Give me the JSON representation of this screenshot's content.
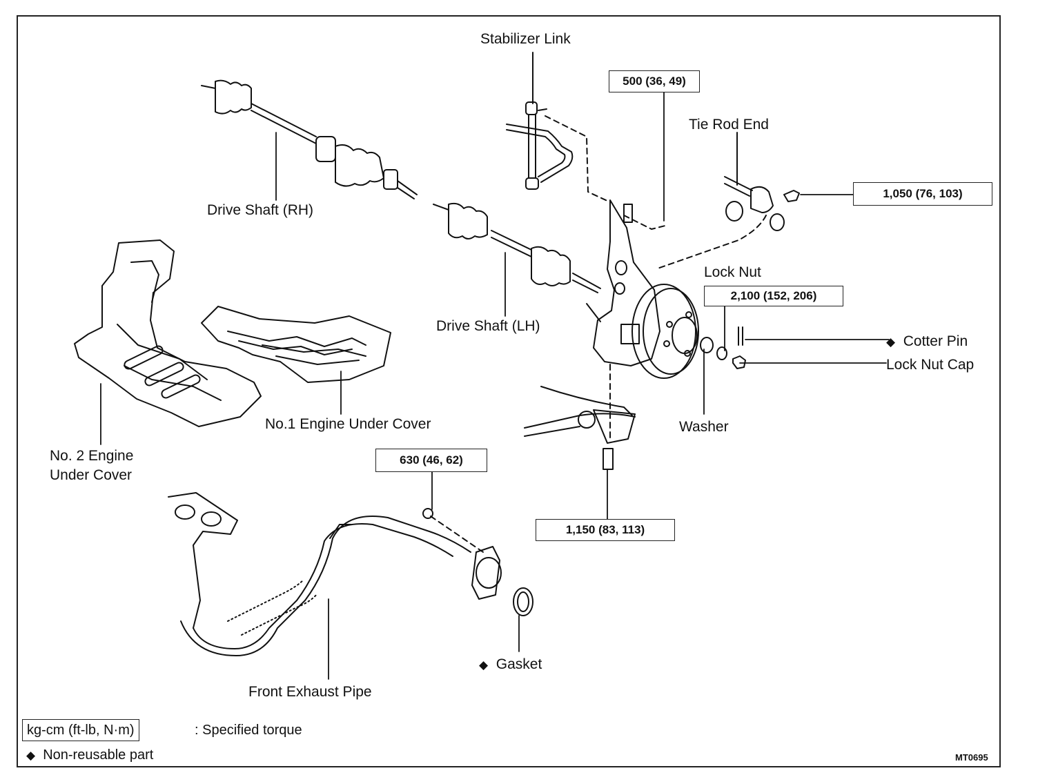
{
  "labels": {
    "stabilizer_link": "Stabilizer Link",
    "tie_rod_end": "Tie Rod End",
    "drive_shaft_rh": "Drive Shaft (RH)",
    "drive_shaft_lh": "Drive Shaft (LH)",
    "lock_nut": "Lock Nut",
    "cotter_pin": "Cotter Pin",
    "lock_nut_cap": "Lock Nut Cap",
    "washer": "Washer",
    "no1_engine_under_cover": "No.1 Engine Under Cover",
    "no2_engine_under_cover_line1": "No. 2 Engine",
    "no2_engine_under_cover_line2": "Under Cover",
    "gasket": "Gasket",
    "front_exhaust_pipe": "Front Exhaust Pipe"
  },
  "torque_specs": {
    "stabilizer_nut": "500 (36, 49)",
    "tie_rod_nut": "1,050 (76, 103)",
    "lock_nut": "2,100 (152, 206)",
    "exhaust_nut": "630 (46, 62)",
    "lower_arm_bolt": "1,150 (83, 113)"
  },
  "legend": {
    "torque_unit": "kg-cm (ft-lb, N·m)",
    "torque_desc": ":  Specified torque",
    "non_reusable_marker": "◆",
    "non_reusable_desc": "Non-reusable part"
  },
  "markers": {
    "cotter_pin": "◆",
    "gasket": "◆"
  },
  "figure_code": "MT0695"
}
